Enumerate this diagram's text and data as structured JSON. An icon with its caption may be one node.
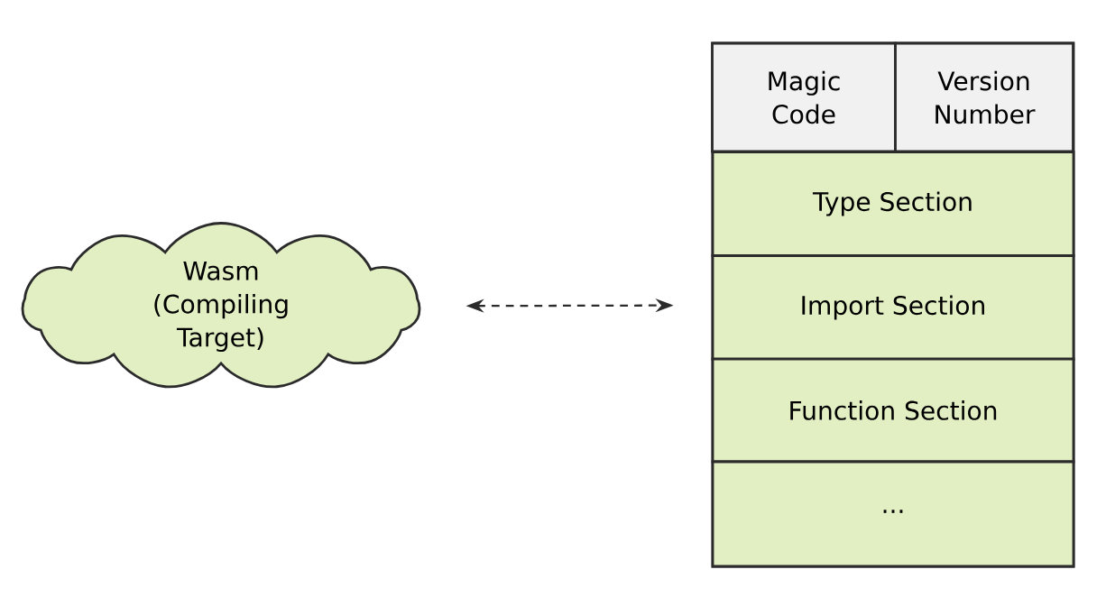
{
  "diagram": {
    "nodes": [
      {
        "text": [
          "Wasm (Compiling Target)"
        ]
      },
      {
        "text": [],
        "shape": "box"
      },
      {
        "text": [
          "Magic Code"
        ],
        "in": 1
      },
      {
        "text": [
          "Version Number"
        ],
        "in": 1
      },
      {
        "text": [
          "Type Section"
        ],
        "in": 1
      },
      {
        "text": [
          "Import Section"
        ],
        "in": 1
      },
      {
        "text": [
          "Function Section"
        ],
        "in": 1
      },
      {
        "text": [
          "..."
        ],
        "in": 1
      }
    ],
    "edges": [
      {
        "from": 0,
        "to": 1,
        "arrow": "both",
        "style": "dashed"
      }
    ]
  }
}
